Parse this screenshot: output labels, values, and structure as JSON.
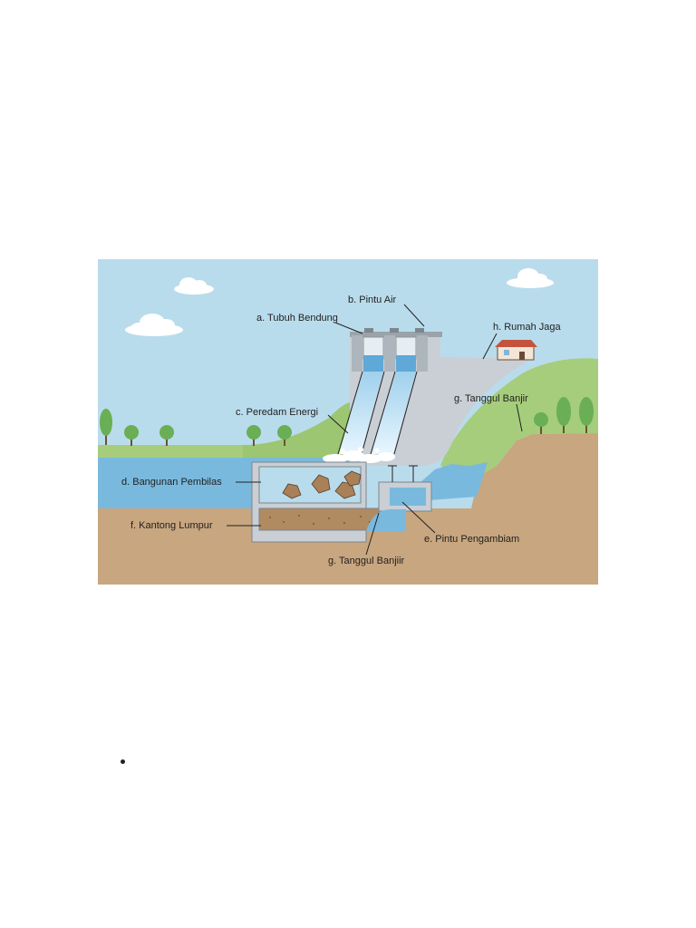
{
  "diagram": {
    "labels": {
      "a": "a. Tubuh Bendung",
      "b": "b. Pintu Air",
      "c": "c. Peredam Energi",
      "d": "d. Bangunan Pembilas",
      "e": "e. Pintu Pengambiam",
      "f": "f. Kantong Lumpur",
      "g_top": "g. Tanggul Banjir",
      "g_bottom": "g. Tanggul Banjiir",
      "h": "h. Rumah Jaga"
    },
    "colors": {
      "sky": "#b9dcec",
      "water": "#7ab9de",
      "soil": "#c8a67f",
      "grass": "#a6cd7b",
      "concrete": "#c9cfd4",
      "tree": "#6aae55"
    }
  },
  "list": {
    "bullets": 1
  }
}
